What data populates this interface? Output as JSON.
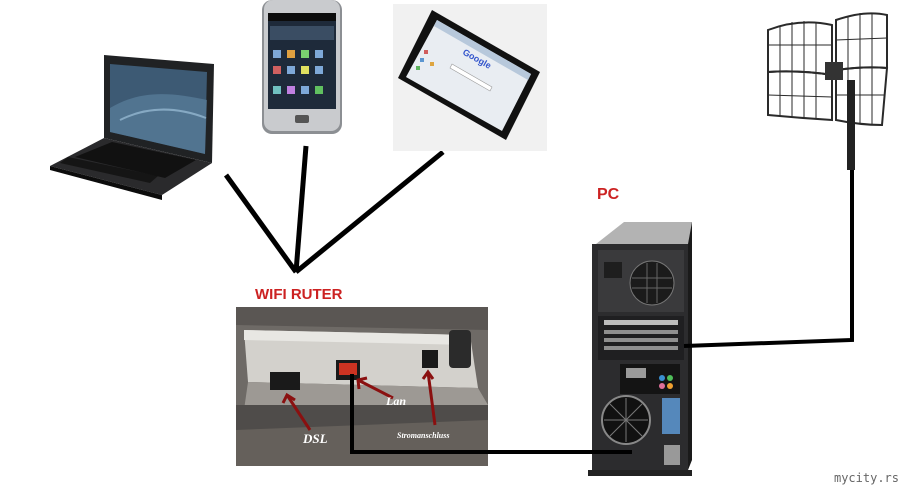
{
  "diagram": {
    "title_router": "WIFI RUTER",
    "title_pc": "PC",
    "router_port_labels": {
      "dsl": "DSL",
      "lan": "Lan",
      "power": "Stromanschluss"
    },
    "devices": [
      "laptop",
      "smartphone",
      "tablet",
      "antenna",
      "router",
      "pc"
    ],
    "tablet_search_brand": "Google",
    "watermark": "mycity.rs",
    "colors": {
      "label_red": "#cc2222",
      "cable": "#111111",
      "arrow": "#8a1010"
    }
  }
}
